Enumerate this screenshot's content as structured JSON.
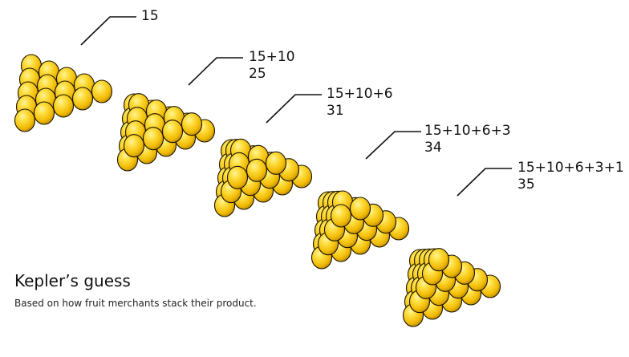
{
  "stacks": [
    {
      "layers": [
        5
      ],
      "expression": "15",
      "total": ""
    },
    {
      "layers": [
        5,
        4
      ],
      "expression": "15+10",
      "total": "25"
    },
    {
      "layers": [
        5,
        4,
        3
      ],
      "expression": "15+10+6",
      "total": "31"
    },
    {
      "layers": [
        5,
        4,
        3,
        2
      ],
      "expression": "15+10+6+3",
      "total": "34"
    },
    {
      "layers": [
        5,
        4,
        3,
        2,
        1
      ],
      "expression": "15+10+6+3+1",
      "total": "35"
    }
  ],
  "caption": {
    "title": "Kepler’s guess",
    "subtitle": "Based on how fruit merchants stack their product."
  },
  "colors": {
    "ball_light": "#ffe24a",
    "ball_mid": "#f2bc05",
    "ball_dark": "#b98500",
    "outline": "#1a1400",
    "leader": "#111111"
  }
}
